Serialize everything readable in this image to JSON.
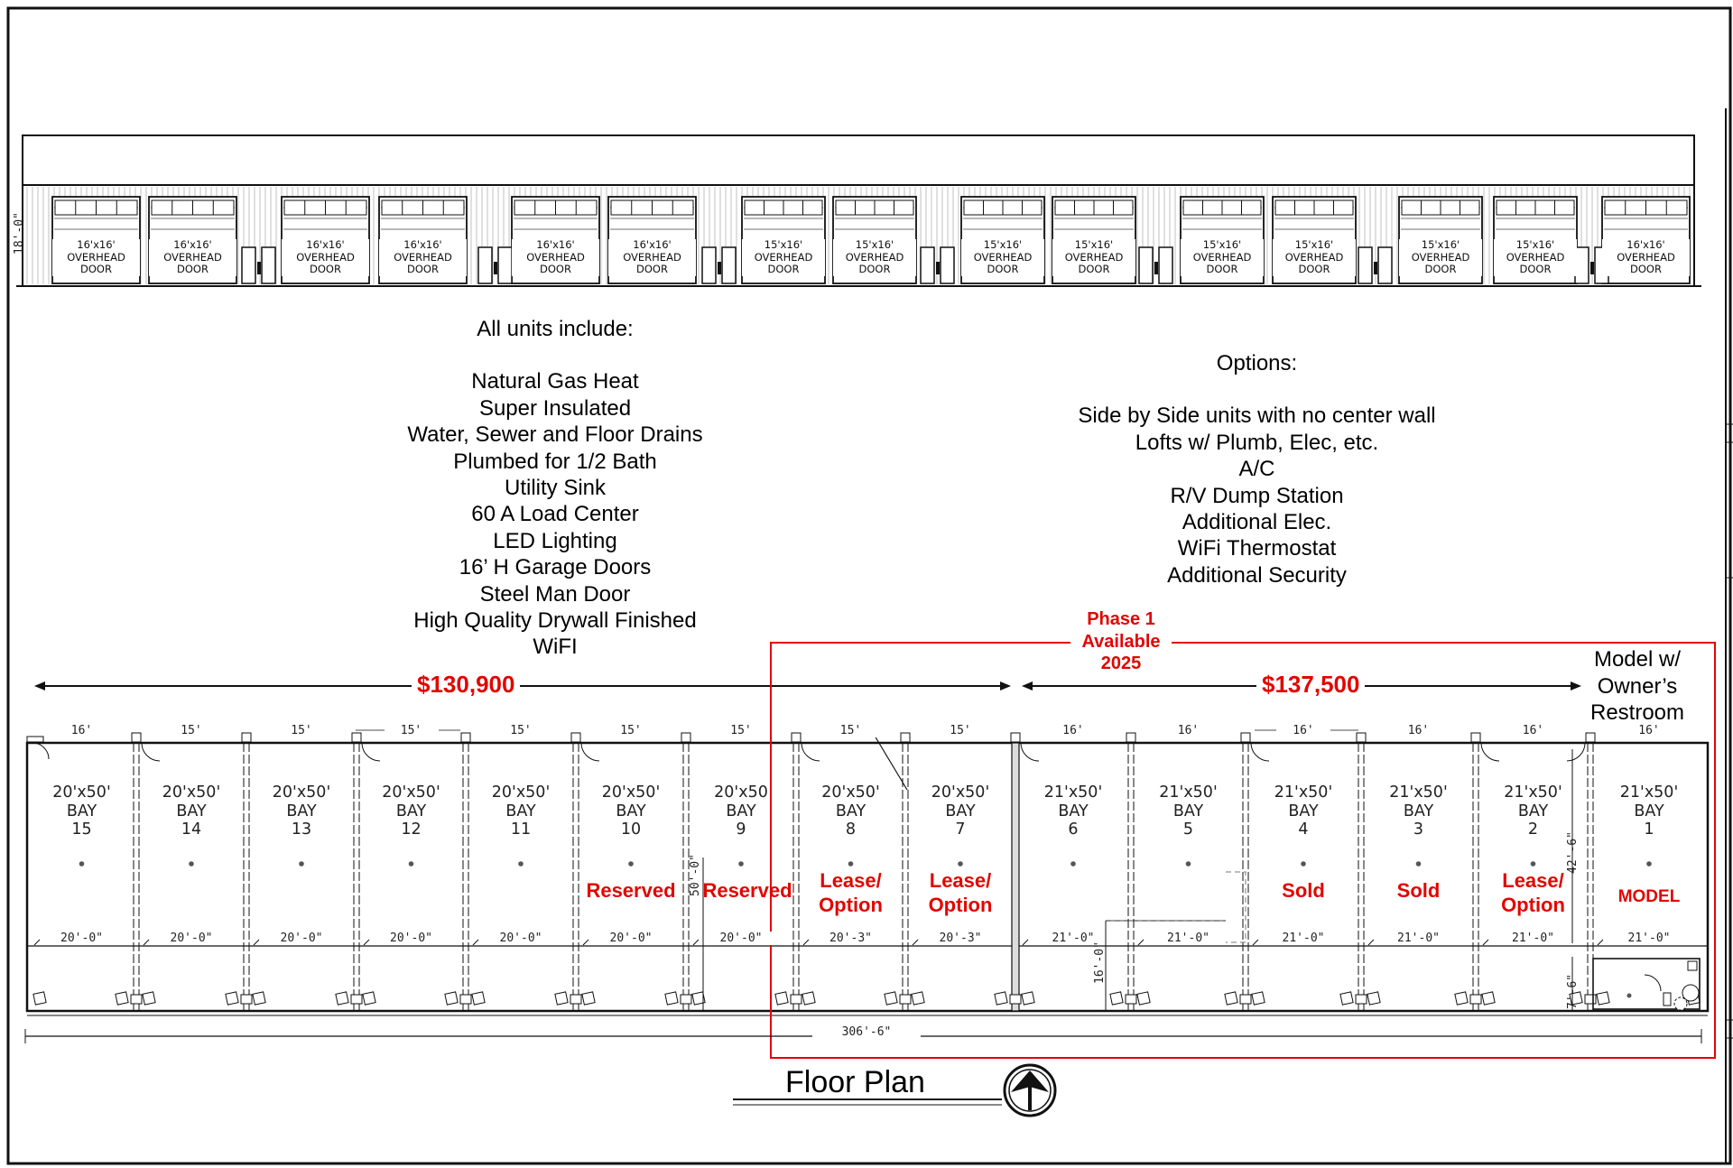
{
  "elevation": {
    "height_dim": "18'-0\"",
    "doors": [
      {
        "size": "16'x16'",
        "line2": "OVERHEAD",
        "line3": "DOOR"
      },
      {
        "size": "16'x16'",
        "line2": "OVERHEAD",
        "line3": "DOOR"
      },
      {
        "size": "16'x16'",
        "line2": "OVERHEAD",
        "line3": "DOOR"
      },
      {
        "size": "16'x16'",
        "line2": "OVERHEAD",
        "line3": "DOOR"
      },
      {
        "size": "16'x16'",
        "line2": "OVERHEAD",
        "line3": "DOOR"
      },
      {
        "size": "16'x16'",
        "line2": "OVERHEAD",
        "line3": "DOOR"
      },
      {
        "size": "15'x16'",
        "line2": "OVERHEAD",
        "line3": "DOOR"
      },
      {
        "size": "15'x16'",
        "line2": "OVERHEAD",
        "line3": "DOOR"
      },
      {
        "size": "15'x16'",
        "line2": "OVERHEAD",
        "line3": "DOOR"
      },
      {
        "size": "15'x16'",
        "line2": "OVERHEAD",
        "line3": "DOOR"
      },
      {
        "size": "15'x16'",
        "line2": "OVERHEAD",
        "line3": "DOOR"
      },
      {
        "size": "15'x16'",
        "line2": "OVERHEAD",
        "line3": "DOOR"
      },
      {
        "size": "15'x16'",
        "line2": "OVERHEAD",
        "line3": "DOOR"
      },
      {
        "size": "15'x16'",
        "line2": "OVERHEAD",
        "line3": "DOOR"
      },
      {
        "size": "16'x16'",
        "line2": "OVERHEAD",
        "line3": "DOOR"
      }
    ]
  },
  "includes": {
    "heading": "All units include:",
    "items": [
      "Natural Gas Heat",
      "Super Insulated",
      "Water, Sewer and Floor Drains",
      "Plumbed for 1/2 Bath",
      "Utility Sink",
      "60 A Load Center",
      "LED Lighting",
      "16’ H Garage Doors",
      "Steel Man Door",
      "High Quality Drywall Finished",
      "WiFI"
    ]
  },
  "options": {
    "heading": "Options:",
    "items": [
      "Side by Side units with no center wall",
      "Lofts w/ Plumb, Elec, etc.",
      "A/C",
      "R/V Dump Station",
      "Additional Elec.",
      "WiFi Thermostat",
      "Additional Security"
    ]
  },
  "phase_note": [
    "Phase 1",
    "Available",
    "2025"
  ],
  "prices": {
    "left": "$130,900",
    "right": "$137,500"
  },
  "model_note": [
    "Model w/",
    "Owner’s",
    "Restroom"
  ],
  "colors": {
    "red": "#e10600",
    "line": "#111111"
  },
  "bays": [
    {
      "top_dim": "16'",
      "size": "20'x50'",
      "bay": "BAY",
      "num": "15",
      "bottom_dim": "20'-0\"",
      "status": ""
    },
    {
      "top_dim": "15'",
      "size": "20'x50'",
      "bay": "BAY",
      "num": "14",
      "bottom_dim": "20'-0\"",
      "status": ""
    },
    {
      "top_dim": "15'",
      "size": "20'x50'",
      "bay": "BAY",
      "num": "13",
      "bottom_dim": "20'-0\"",
      "status": ""
    },
    {
      "top_dim": "15'",
      "size": "20'x50'",
      "bay": "BAY",
      "num": "12",
      "bottom_dim": "20'-0\"",
      "status": ""
    },
    {
      "top_dim": "15'",
      "size": "20'x50'",
      "bay": "BAY",
      "num": "11",
      "bottom_dim": "20'-0\"",
      "status": ""
    },
    {
      "top_dim": "15'",
      "size": "20'x50'",
      "bay": "BAY",
      "num": "10",
      "bottom_dim": "20'-0\"",
      "status": "Reserved"
    },
    {
      "top_dim": "15'",
      "size": "20'x50",
      "bay": "BAY",
      "num": "9",
      "bottom_dim": "20'-0\"",
      "status": "Reserved"
    },
    {
      "top_dim": "15'",
      "size": "20'x50'",
      "bay": "BAY",
      "num": "8",
      "bottom_dim": "20'-3\"",
      "status": "Lease/\nOption"
    },
    {
      "top_dim": "15'",
      "size": "20'x50'",
      "bay": "BAY",
      "num": "7",
      "bottom_dim": "20'-3\"",
      "status": "Lease/\nOption"
    },
    {
      "top_dim": "16'",
      "size": "21'x50'",
      "bay": "BAY",
      "num": "6",
      "bottom_dim": "21'-0\"",
      "status": ""
    },
    {
      "top_dim": "16'",
      "size": "21'x50'",
      "bay": "BAY",
      "num": "5",
      "bottom_dim": "21'-0\"",
      "status": ""
    },
    {
      "top_dim": "16'",
      "size": "21'x50'",
      "bay": "BAY",
      "num": "4",
      "bottom_dim": "21'-0\"",
      "status": "Sold"
    },
    {
      "top_dim": "16'",
      "size": "21'x50'",
      "bay": "BAY",
      "num": "3",
      "bottom_dim": "21'-0\"",
      "status": "Sold"
    },
    {
      "top_dim": "16'",
      "size": "21'x50'",
      "bay": "BAY",
      "num": "2",
      "bottom_dim": "21'-0\"",
      "status": "Lease/\nOption"
    },
    {
      "top_dim": "16'",
      "size": "21'x50'",
      "bay": "BAY",
      "num": "1",
      "bottom_dim": "21'-0\"",
      "status": "MODEL"
    }
  ],
  "dims": {
    "depth": "50'-0\"",
    "overall_depth": "42'-6\"",
    "loft": "16'-0\"",
    "restroom": "7'-6\"",
    "overall_length": "306'-6\""
  },
  "title": "Floor Plan"
}
